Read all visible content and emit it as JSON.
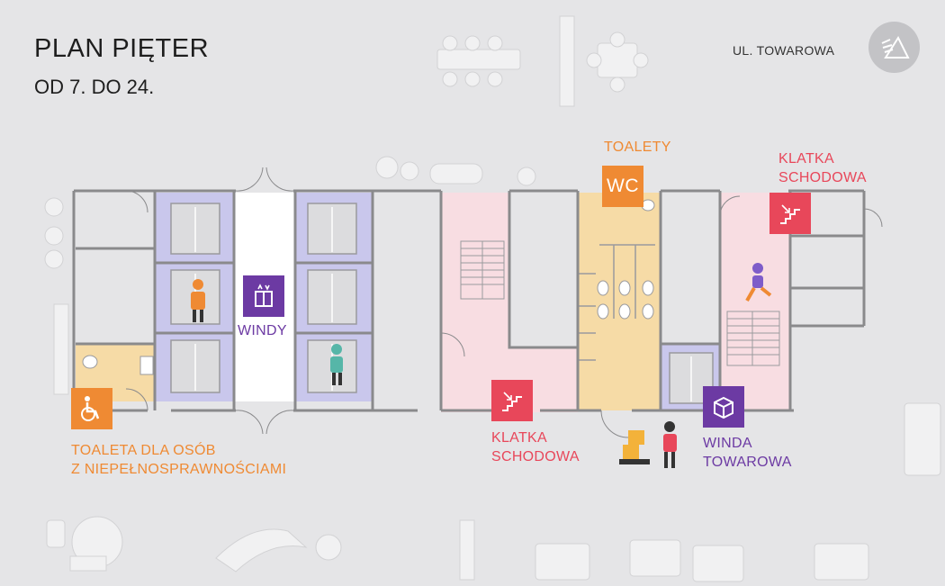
{
  "header": {
    "title": "PLAN PIĘTER",
    "subtitle": "OD 7. DO 24.",
    "street": "UL. TOWAROWA"
  },
  "labels": {
    "toilets": "TOALETY",
    "wc_badge": "WC",
    "stairs_top_line1": "KLATKA",
    "stairs_top_line2": "SCHODOWA",
    "elevators": "WINDY",
    "accessible_toilet_line1": "TOALETA DLA OSÓB",
    "accessible_toilet_line2": "Z NIEPEŁNOSPRAWNOŚCIAMI",
    "stairs_bottom_line1": "KLATKA",
    "stairs_bottom_line2": "SCHODOWA",
    "freight_line1": "WINDA",
    "freight_line2": "TOWAROWA"
  },
  "colors": {
    "orange": "#ef8a33",
    "pink": "#e8475a",
    "purple": "#6c3aa3",
    "stairs_fill": "#f8dde2",
    "toilet_fill": "#f6dba6",
    "elevator_fill": "#c9c7ec",
    "wall": "#8a8a8c",
    "background": "#e5e5e7"
  },
  "icons": {
    "logo": "triangle-logo-icon",
    "elevators": "elevator-arrows-icon",
    "stairs": "stairs-icon",
    "accessible": "wheelchair-icon",
    "freight": "package-icon"
  }
}
